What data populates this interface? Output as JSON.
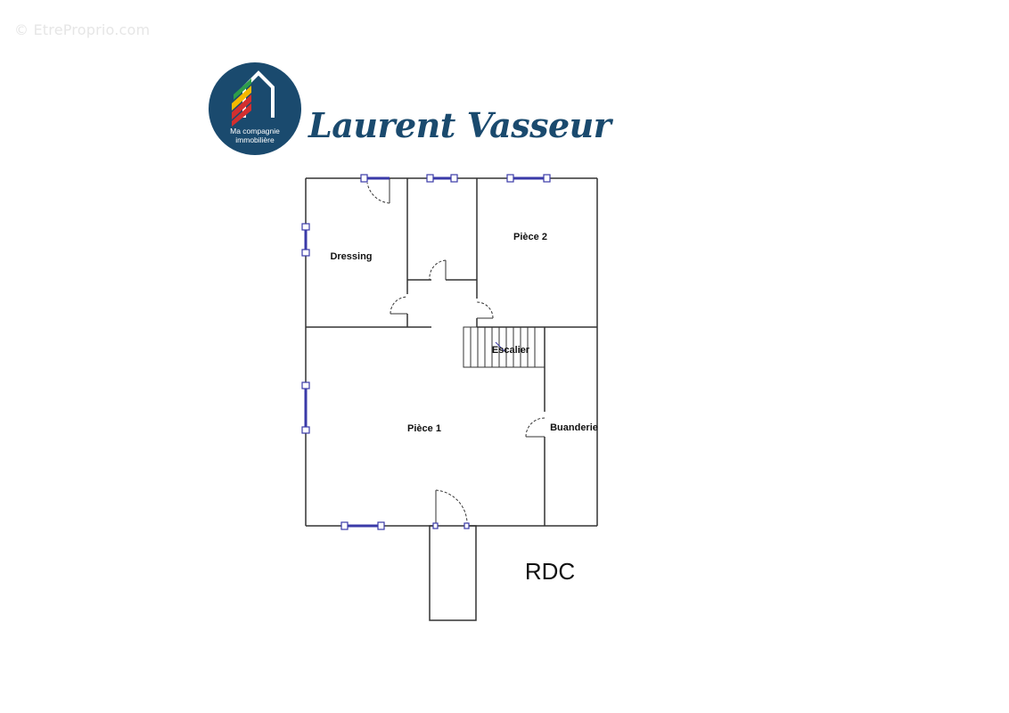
{
  "watermark": "© EtreProprio.com",
  "logo": {
    "name": "Laurent Vasseur",
    "badge_line1": "Ma compagnie",
    "badge_line2": "immobilière",
    "badge_color": "#1a4a6e",
    "stripe_colors": [
      "#d32f2f",
      "#f5b800",
      "#2e9e4a"
    ]
  },
  "floorplan": {
    "level": "RDC",
    "rooms": {
      "dressing": "Dressing",
      "piece2": "Pièce 2",
      "escalier": "Escalier",
      "piece1": "Pièce 1",
      "buanderie": "Buanderie"
    },
    "wall_color": "#333333",
    "window_color": "#3a3aa8"
  }
}
